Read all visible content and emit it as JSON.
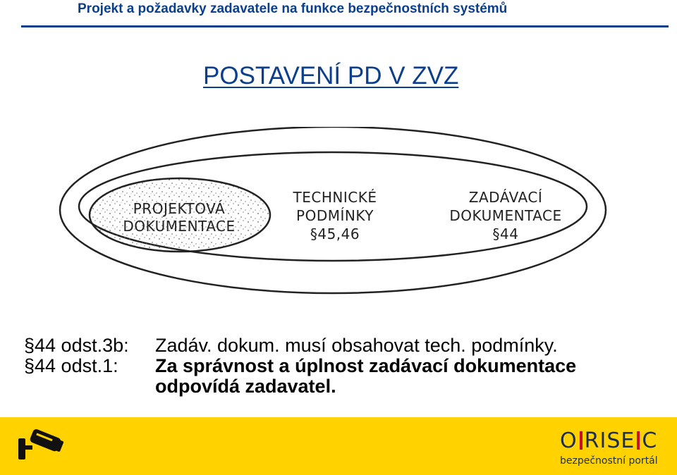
{
  "header": {
    "title": "Projekt a požadavky zadavatele na funkce bezpečnostních systémů"
  },
  "slide": {
    "title": "POSTAVENÍ PD V ZVZ"
  },
  "diagram": {
    "inner_label_line1": "PROJEKTOVÁ",
    "inner_label_line2": "DOKUMENTACE",
    "middle_label_line1": "TECHNICKÉ",
    "middle_label_line2": "PODMÍNKY",
    "middle_label_line3": "§45,46",
    "outer_label_line1": "ZADÁVACÍ",
    "outer_label_line2": "DOKUMENTACE",
    "outer_label_line3": "§44"
  },
  "notes": [
    {
      "ref": "§44 odst.3b:",
      "text": "Zadáv. dokum. musí obsahovat tech. podmínky."
    },
    {
      "ref": "§44 odst.1:",
      "text": "Za správnost a úplnost zadávací dokumentace",
      "text2": "odpovídá zadavatel."
    }
  ],
  "footer": {
    "logo_part1": "O",
    "logo_part2": "RISE",
    "logo_part3": "C",
    "logo_sub": "bezpečnostní portál",
    "icon": "security-camera-icon"
  },
  "colors": {
    "title_blue": "#0b3f8c",
    "footer_yellow": "#ffd200",
    "logo_red": "#c8102e",
    "logo_dark": "#1d2f4f"
  }
}
